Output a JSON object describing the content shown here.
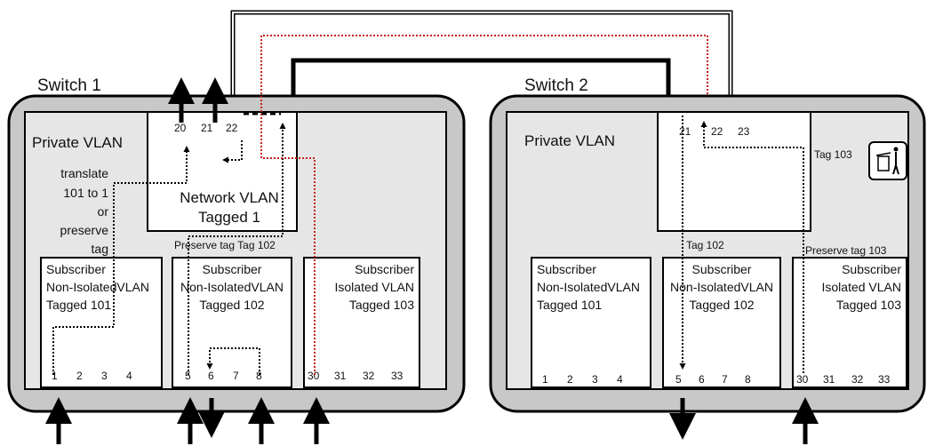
{
  "switch1": {
    "title": "Switch 1",
    "private_vlan": "Private VLAN",
    "translate_note": [
      "translate",
      "101 to 1",
      "or",
      "preserve",
      "tag"
    ],
    "network_vlan": [
      "Network VLAN",
      "Tagged 1"
    ],
    "uplink_ports": [
      "20",
      "21",
      "22"
    ],
    "preserve_tag_102": "Preserve tag Tag 102",
    "subscribers": [
      {
        "lines": [
          "Subscriber",
          "Non-IsolatedVLAN",
          "Tagged 101"
        ],
        "ports": [
          "1",
          "2",
          "3",
          "4"
        ]
      },
      {
        "lines": [
          "Subscriber",
          "Non-IsolatedVLAN",
          "Tagged 102"
        ],
        "ports": [
          "5",
          "6",
          "7",
          "8"
        ]
      },
      {
        "lines": [
          "Subscriber",
          "Isolated VLAN",
          "Tagged 103"
        ],
        "ports": [
          "30",
          "31",
          "32",
          "33"
        ]
      }
    ]
  },
  "switch2": {
    "title": "Switch 2",
    "private_vlan": "Private VLAN",
    "uplink_ports": [
      "21",
      "22",
      "23"
    ],
    "tag_103": "Tag 103",
    "tag_102": "Tag 102",
    "preserve_tag_103": "Preserve tag 103",
    "trash_icon": "trash-icon",
    "subscribers": [
      {
        "lines": [
          "Subscriber",
          "Non-IsolatedVLAN",
          "Tagged 101"
        ],
        "ports": [
          "1",
          "2",
          "3",
          "4"
        ]
      },
      {
        "lines": [
          "Subscriber",
          "Non-IsolatedVLAN",
          "Tagged 102"
        ],
        "ports": [
          "5",
          "6",
          "7",
          "8"
        ]
      },
      {
        "lines": [
          "Subscriber",
          "Isolated VLAN",
          "Tagged 103"
        ],
        "ports": [
          "30",
          "31",
          "32",
          "33"
        ]
      }
    ]
  },
  "colors": {
    "switch_outer": "#c8c8c8",
    "switch_inner": "#e6e6e6",
    "line": "#000000",
    "isolated_path": "#c81e1e"
  }
}
